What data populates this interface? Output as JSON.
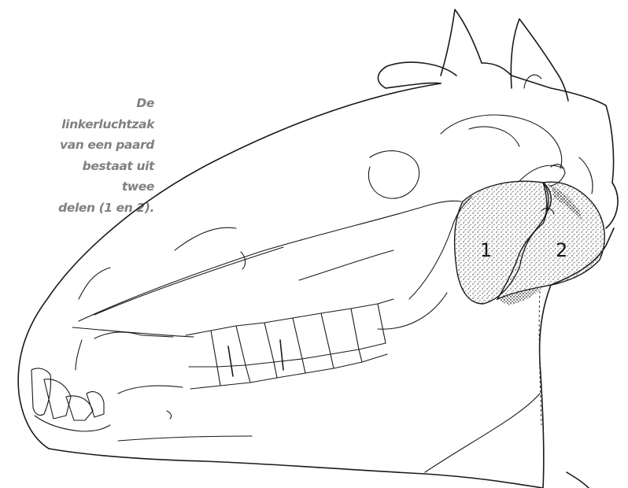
{
  "caption": "De linkerluchtzak\nvan een paard\nbestaat uit twee\ndelen (1 en 2).",
  "labels": {
    "part1": "1",
    "part2": "2"
  }
}
